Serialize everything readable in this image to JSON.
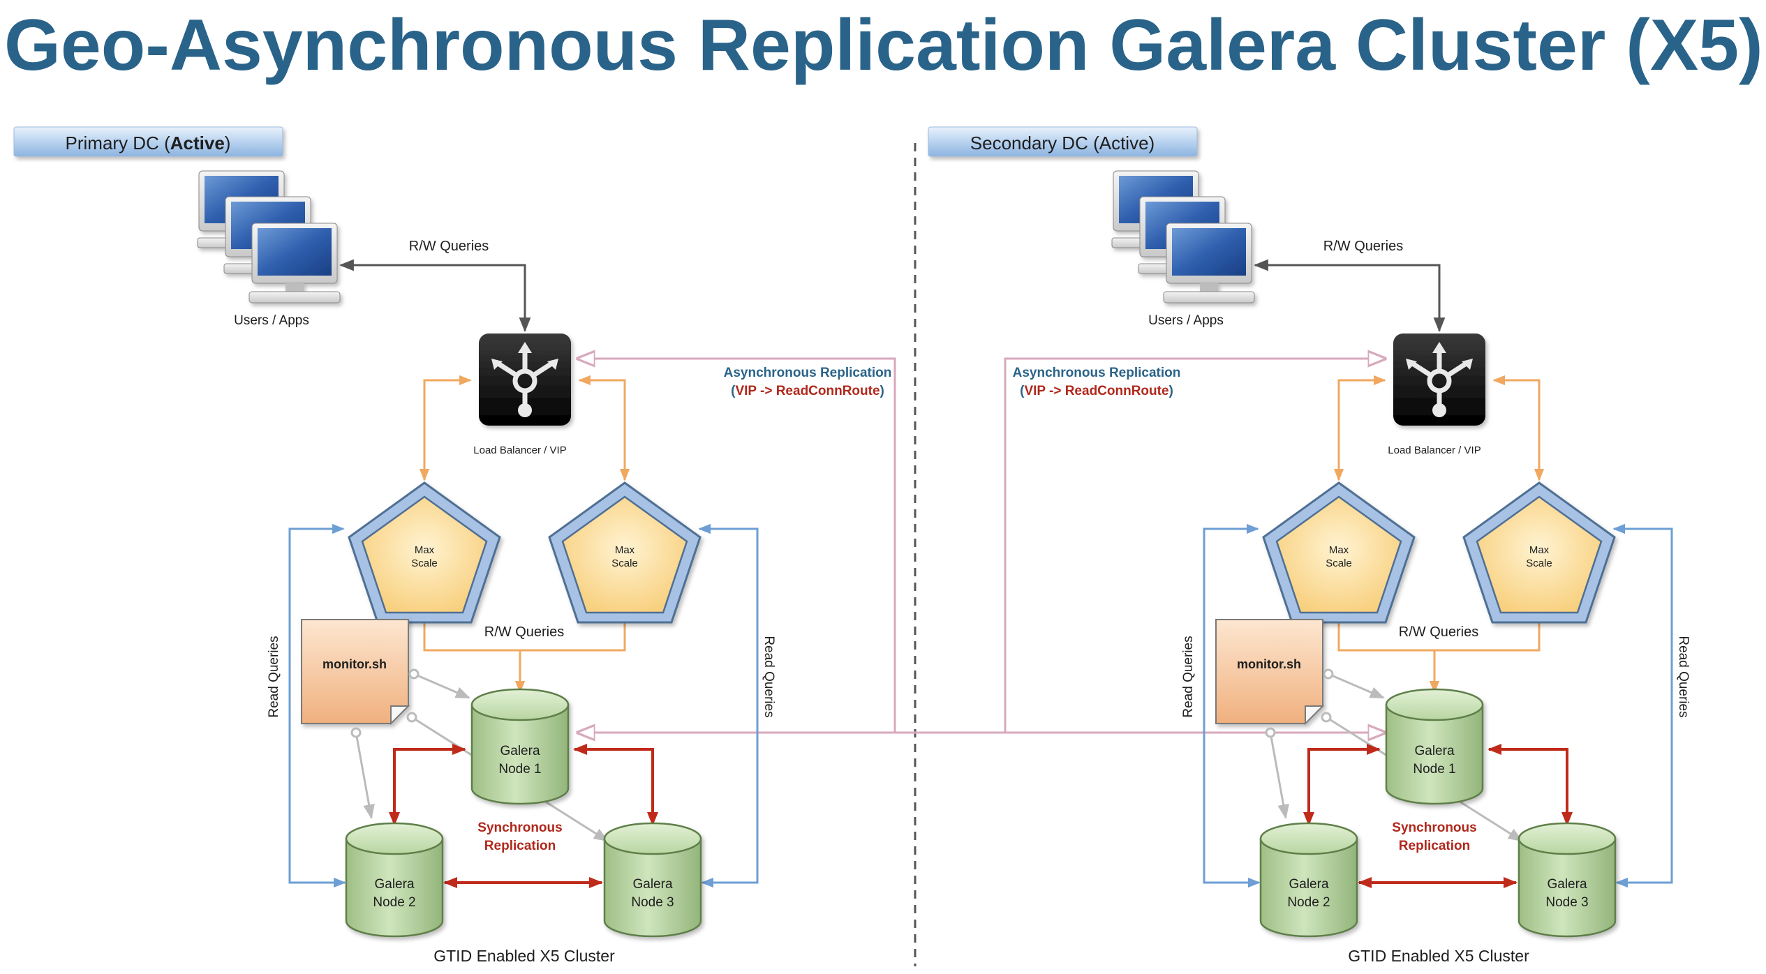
{
  "title": "Geo-Asynchronous Replication Galera Cluster (X5)",
  "colors": {
    "title": "#2a6389",
    "rw_arrow": "#555555",
    "maxscale_link": "#f0a860",
    "read_query_link": "#6d9fd4",
    "sync_replication": "#c02a1a",
    "async_replication": "#d8a8bc",
    "monitor_link": "#bbbbbb",
    "async_label": "#2a6389",
    "vip_label": "#b0281c"
  },
  "sides": [
    {
      "dc_label_prefix": "Primary DC (",
      "dc_label_state": "Active",
      "dc_label_suffix": ")",
      "users_label": "Users / Apps",
      "rw_top_label": "R/W Queries",
      "lb_label": "Load Balancer / VIP",
      "maxscale_a": [
        "Max",
        "Scale"
      ],
      "maxscale_b": [
        "Max",
        "Scale"
      ],
      "rw_mid_label": "R/W Queries",
      "read_queries_left": "Read Queries",
      "read_queries_right": "Read Queries",
      "monitor_label": "monitor.sh",
      "node1": [
        "Galera",
        "Node 1"
      ],
      "node2": [
        "Galera",
        "Node 2"
      ],
      "node3": [
        "Galera",
        "Node 3"
      ],
      "sync_label": [
        "Synchronous",
        "Replication"
      ],
      "cluster_label": "GTID Enabled X5 Cluster",
      "async_label": "Asynchronous Replication",
      "vip_open": "(",
      "vip_text": "VIP -> ReadConnRoute",
      "vip_close": ")"
    },
    {
      "dc_label_prefix": "Secondary DC (Active)",
      "dc_label_state": "",
      "dc_label_suffix": "",
      "users_label": "Users / Apps",
      "rw_top_label": "R/W Queries",
      "lb_label": "Load Balancer / VIP",
      "maxscale_a": [
        "Max",
        "Scale"
      ],
      "maxscale_b": [
        "Max",
        "Scale"
      ],
      "rw_mid_label": "R/W Queries",
      "read_queries_left": "Read Queries",
      "read_queries_right": "Read Queries",
      "monitor_label": "monitor.sh",
      "node1": [
        "Galera",
        "Node 1"
      ],
      "node2": [
        "Galera",
        "Node 2"
      ],
      "node3": [
        "Galera",
        "Node 3"
      ],
      "sync_label": [
        "Synchronous",
        "Replication"
      ],
      "cluster_label": "GTID Enabled X5 Cluster",
      "async_label": "Asynchronous Replication",
      "vip_open": "(",
      "vip_text": "VIP -> ReadConnRoute",
      "vip_close": ")"
    }
  ]
}
